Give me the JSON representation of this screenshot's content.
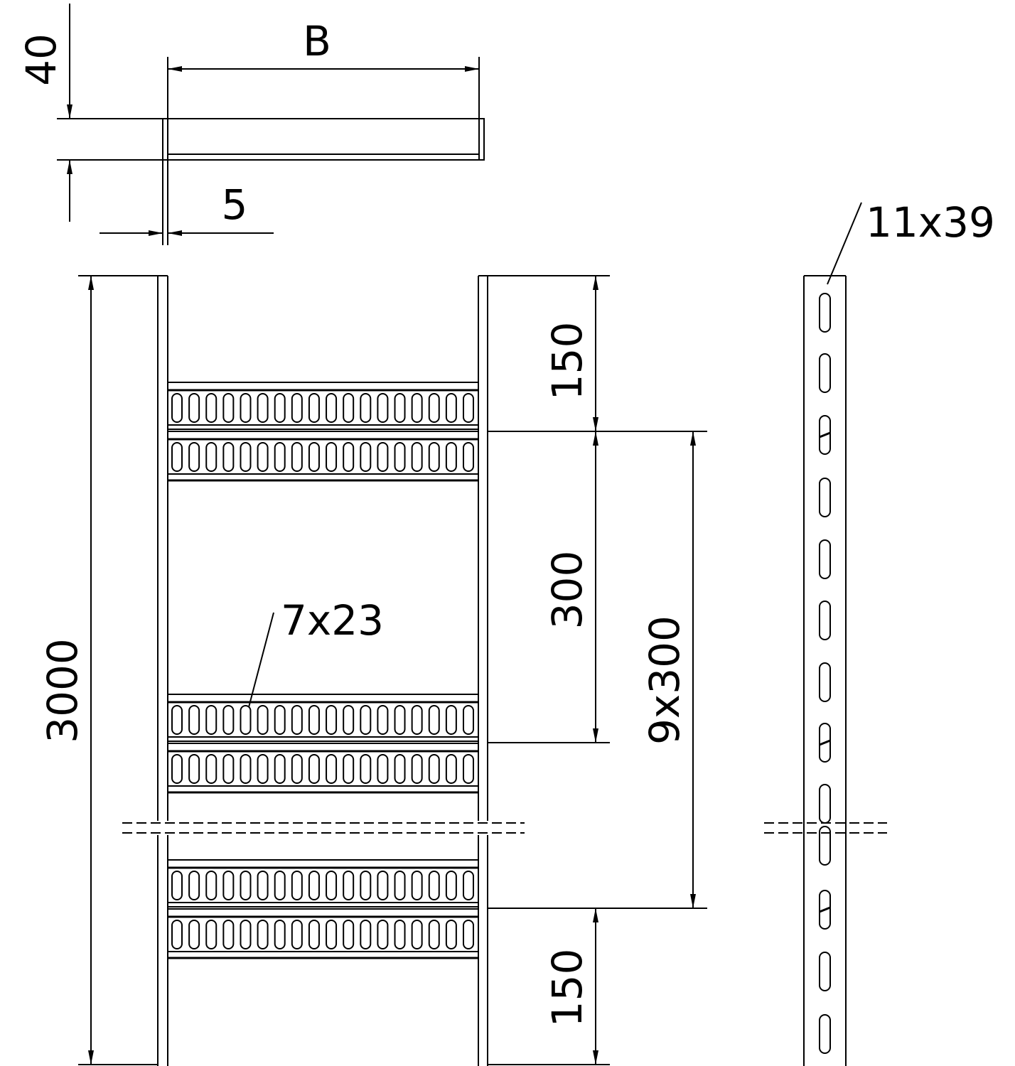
{
  "drawing": {
    "top_view": {
      "width_label": "B",
      "height_label": "40",
      "thickness_label": "5"
    },
    "front_view": {
      "length_label": "3000",
      "end_spacing_top": "150",
      "rung_spacing": "300",
      "rung_pitch_total": "9x300",
      "rung_slot_label": "7x23",
      "end_spacing_bottom": "150",
      "slots_per_rung_row": 18
    },
    "side_view": {
      "slot_label": "11x39"
    },
    "color": "#000000"
  }
}
